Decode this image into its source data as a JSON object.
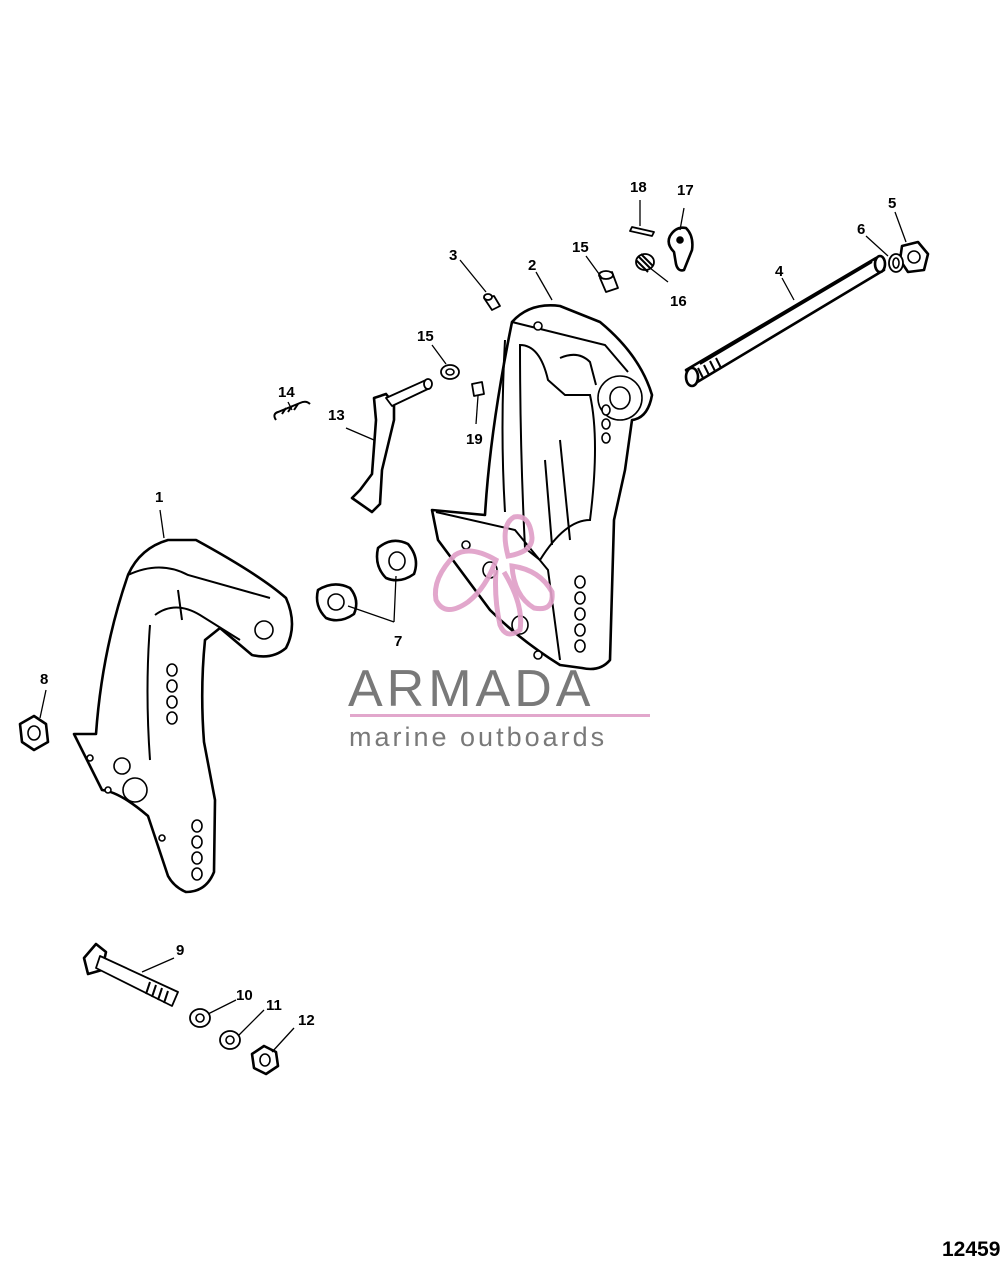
{
  "diagram": {
    "callouts": [
      {
        "id": "c1",
        "label": "1"
      },
      {
        "id": "c2",
        "label": "2"
      },
      {
        "id": "c3",
        "label": "3"
      },
      {
        "id": "c4",
        "label": "4"
      },
      {
        "id": "c5",
        "label": "5"
      },
      {
        "id": "c6",
        "label": "6"
      },
      {
        "id": "c7",
        "label": "7"
      },
      {
        "id": "c8",
        "label": "8"
      },
      {
        "id": "c9",
        "label": "9"
      },
      {
        "id": "c10",
        "label": "10"
      },
      {
        "id": "c11",
        "label": "11"
      },
      {
        "id": "c12",
        "label": "12"
      },
      {
        "id": "c13",
        "label": "13"
      },
      {
        "id": "c14",
        "label": "14"
      },
      {
        "id": "c15a",
        "label": "15"
      },
      {
        "id": "c15b",
        "label": "15"
      },
      {
        "id": "c16",
        "label": "16"
      },
      {
        "id": "c17",
        "label": "17"
      },
      {
        "id": "c18",
        "label": "18"
      },
      {
        "id": "c19",
        "label": "19"
      }
    ],
    "drawing_number": "12459"
  },
  "watermark": {
    "brand": "ARMADA",
    "tagline": "marine outboards",
    "accent_color": "#e0a0c8",
    "text_color": "#6e6e6e"
  }
}
